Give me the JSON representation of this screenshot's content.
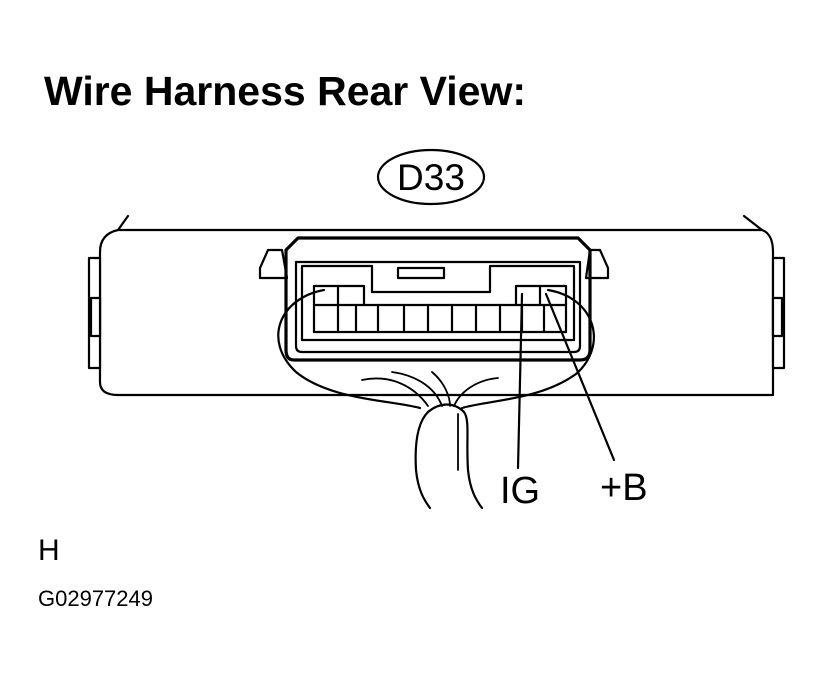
{
  "title": "Wire Harness Rear View:",
  "connector_code": "D33",
  "pins": [
    {
      "label": "IG"
    },
    {
      "label": "+B"
    }
  ],
  "side_marker": "H",
  "figure_code": "G02977249",
  "colors": {
    "ink": "#000000",
    "paper": "#ffffff"
  }
}
